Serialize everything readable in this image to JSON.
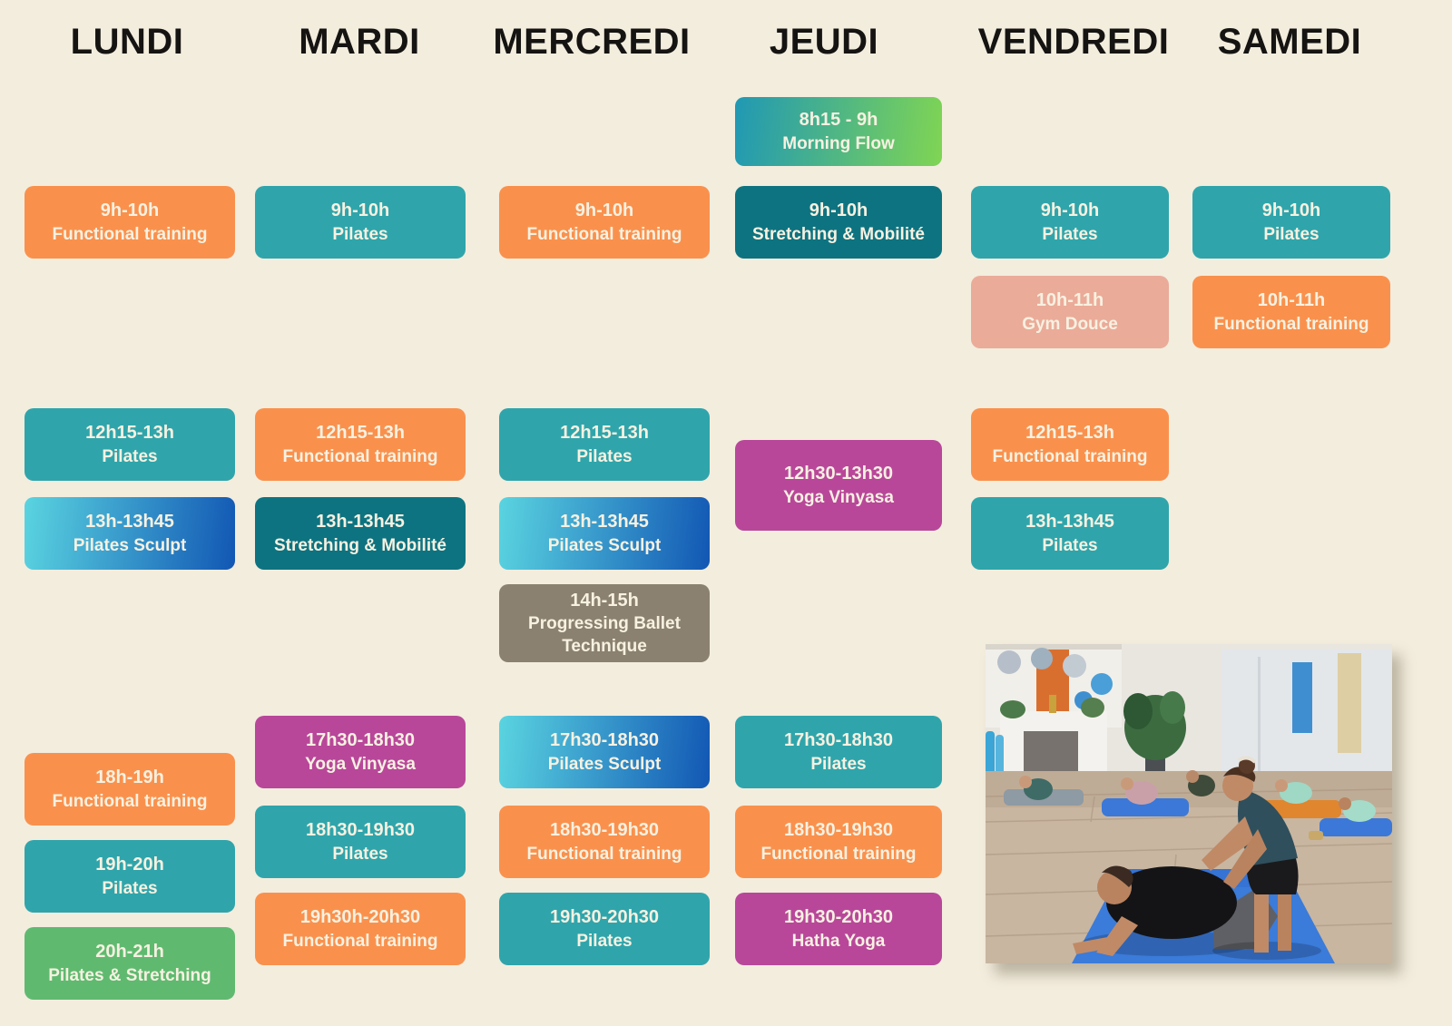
{
  "poster": {
    "background": "#f3edde",
    "header_text_color": "#151412",
    "block_text_color": "#f7f1e1"
  },
  "colors": {
    "orange": "#f9914d",
    "teal": "#2fa5ab",
    "darkteal": "#0e7380",
    "magenta": "#b8479a",
    "salmon": "#ebab99",
    "taupe": "#8b8170",
    "green": "#5fba70",
    "sculpt": [
      "#5ad4e0",
      "#1257b4"
    ],
    "flow": [
      "#2098b4",
      "#80d553"
    ]
  },
  "days": [
    {
      "label": "LUNDI",
      "classes": [
        {
          "time": "9h-10h",
          "name": "Functional training",
          "color": "orange",
          "row": "r1"
        },
        {
          "time": "12h15-13h",
          "name": "Pilates",
          "color": "teal",
          "row": "r3"
        },
        {
          "time": "13h-13h45",
          "name": "Pilates Sculpt",
          "color": "sculpt",
          "row": "r4"
        },
        {
          "time": "18h-19h",
          "name": "Functional training",
          "color": "orange",
          "row": "l1"
        },
        {
          "time": "19h-20h",
          "name": "Pilates",
          "color": "teal",
          "row": "l2"
        },
        {
          "time": "20h-21h",
          "name": "Pilates & Stretching",
          "color": "green",
          "row": "l3"
        }
      ]
    },
    {
      "label": "MARDI",
      "classes": [
        {
          "time": "9h-10h",
          "name": "Pilates",
          "color": "teal",
          "row": "r1"
        },
        {
          "time": "12h15-13h",
          "name": "Functional training",
          "color": "orange",
          "row": "r3"
        },
        {
          "time": "13h-13h45",
          "name": "Stretching & Mobilité",
          "color": "darkteal",
          "row": "r4"
        },
        {
          "time": "17h30-18h30",
          "name": "Yoga Vinyasa",
          "color": "magenta",
          "row": "r6"
        },
        {
          "time": "18h30-19h30",
          "name": "Pilates",
          "color": "teal",
          "row": "r7"
        },
        {
          "time": "19h30h-20h30",
          "name": "Functional training",
          "color": "orange",
          "row": "r8"
        }
      ]
    },
    {
      "label": "MERCREDI",
      "classes": [
        {
          "time": "9h-10h",
          "name": "Functional training",
          "color": "orange",
          "row": "r1"
        },
        {
          "time": "12h15-13h",
          "name": "Pilates",
          "color": "teal",
          "row": "r3"
        },
        {
          "time": "13h-13h45",
          "name": "Pilates Sculpt",
          "color": "sculpt",
          "row": "r4"
        },
        {
          "time": "14h-15h",
          "name": "Progressing Ballet Technique",
          "color": "taupe",
          "row": "r5"
        },
        {
          "time": "17h30-18h30",
          "name": "Pilates Sculpt",
          "color": "sculpt",
          "row": "r6"
        },
        {
          "time": "18h30-19h30",
          "name": "Functional training",
          "color": "orange",
          "row": "r7"
        },
        {
          "time": "19h30-20h30",
          "name": "Pilates",
          "color": "teal",
          "row": "r8"
        }
      ]
    },
    {
      "label": "JEUDI",
      "classes": [
        {
          "time": "8h15 - 9h",
          "name": "Morning Flow",
          "color": "flow",
          "row": "mf"
        },
        {
          "time": "9h-10h",
          "name": "Stretching & Mobilité",
          "color": "darkteal",
          "row": "r1"
        },
        {
          "time": "12h30-13h30",
          "name": "Yoga Vinyasa",
          "color": "magenta",
          "row": "yv"
        },
        {
          "time": "17h30-18h30",
          "name": "Pilates",
          "color": "teal",
          "row": "r6"
        },
        {
          "time": "18h30-19h30",
          "name": "Functional training",
          "color": "orange",
          "row": "r7"
        },
        {
          "time": "19h30-20h30",
          "name": "Hatha Yoga",
          "color": "magenta",
          "row": "r8"
        }
      ]
    },
    {
      "label": "VENDREDI",
      "classes": [
        {
          "time": "9h-10h",
          "name": "Pilates",
          "color": "teal",
          "row": "r1"
        },
        {
          "time": "10h-11h",
          "name": "Gym Douce",
          "color": "salmon",
          "row": "r2"
        },
        {
          "time": "12h15-13h",
          "name": "Functional training",
          "color": "orange",
          "row": "r3"
        },
        {
          "time": "13h-13h45",
          "name": "Pilates",
          "color": "teal",
          "row": "r4"
        }
      ]
    },
    {
      "label": "SAMEDI",
      "classes": [
        {
          "time": "9h-10h",
          "name": "Pilates",
          "color": "teal",
          "row": "r1"
        },
        {
          "time": "10h-11h",
          "name": "Functional training",
          "color": "orange",
          "row": "r2"
        }
      ]
    }
  ],
  "photo": {
    "description": "Instructor adjusting a student's posture during a group Pilates class on blue mats in a bright studio"
  }
}
